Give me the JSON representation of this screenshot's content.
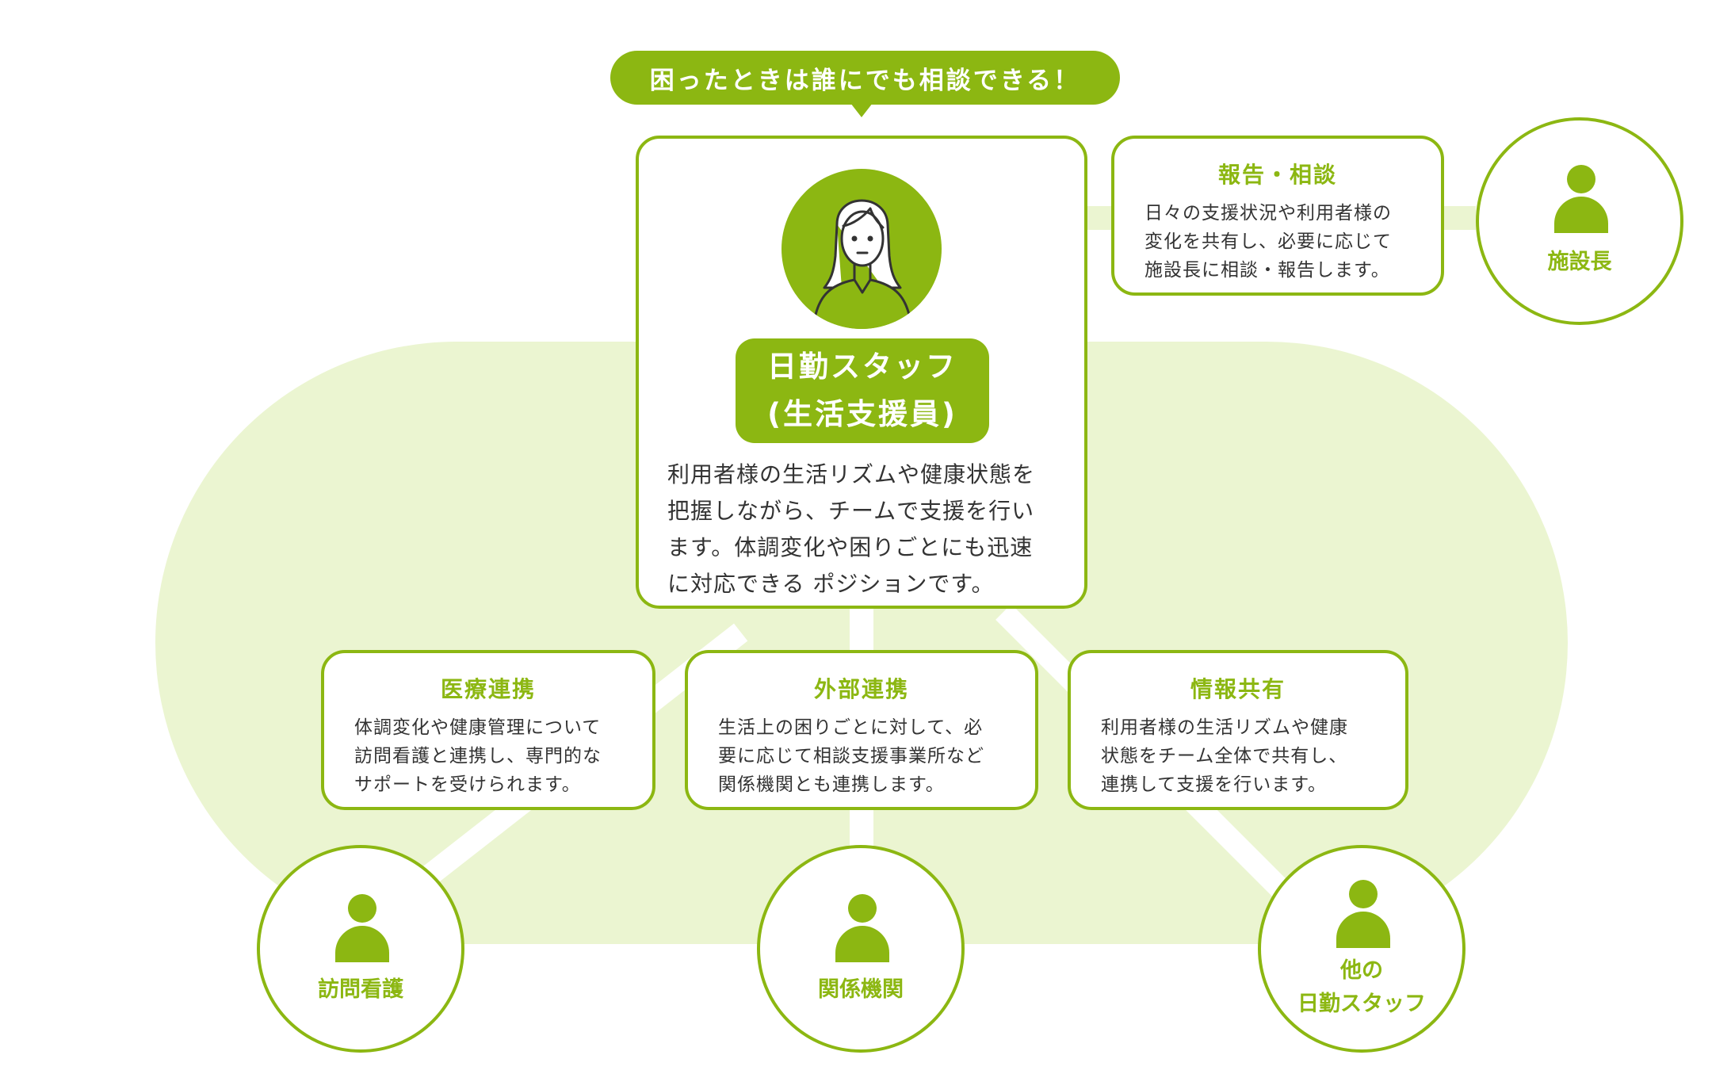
{
  "bubble": {
    "text": "困ったときは誰にでも相談できる！"
  },
  "main": {
    "role_line1": "日勤スタッフ",
    "role_line2": "(生活支援員)",
    "description_lines": [
      "利用者様の生活リズムや健康状態を",
      "把握しながら、チームで支援を行い",
      "ます。体調変化や困りごとにも迅速",
      "に対応できる ポジションです。"
    ]
  },
  "report": {
    "title": "報告・相談",
    "lines": [
      "日々の支援状況や利用者様の",
      "変化を共有し、必要に応じて",
      "施設長に相談・報告します。"
    ]
  },
  "cards": [
    {
      "title": "医療連携",
      "lines": [
        "体調変化や健康管理について",
        "訪問看護と連携し、専門的な",
        "サポートを受けられます。"
      ]
    },
    {
      "title": "外部連携",
      "lines": [
        "生活上の困りごとに対して、必",
        "要に応じて相談支援事業所など",
        "関係機関とも連携します。"
      ]
    },
    {
      "title": "情報共有",
      "lines": [
        "利用者様の生活リズムや健康",
        "状態をチーム全体で共有し、",
        "連携して支援を行います。"
      ]
    }
  ],
  "nodes": {
    "director": "施設長",
    "nursing": "訪問看護",
    "agencies": "関係機関",
    "other_line1": "他の",
    "other_line2": "日勤スタッフ"
  },
  "colors": {
    "accent": "#8cb712",
    "background_shape": "#ebf5d1",
    "text": "#333333"
  },
  "icons": [
    "staff-avatar-icon",
    "person-icon"
  ]
}
